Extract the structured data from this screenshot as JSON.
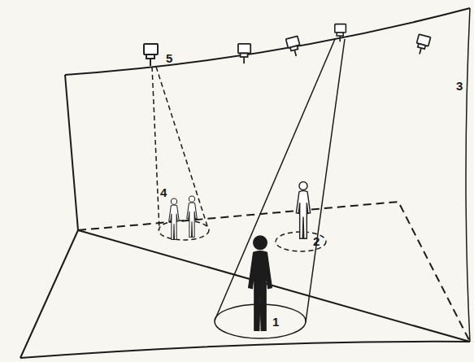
{
  "diagram": {
    "labels": [
      "5",
      "3",
      "4",
      "2",
      "1"
    ]
  }
}
